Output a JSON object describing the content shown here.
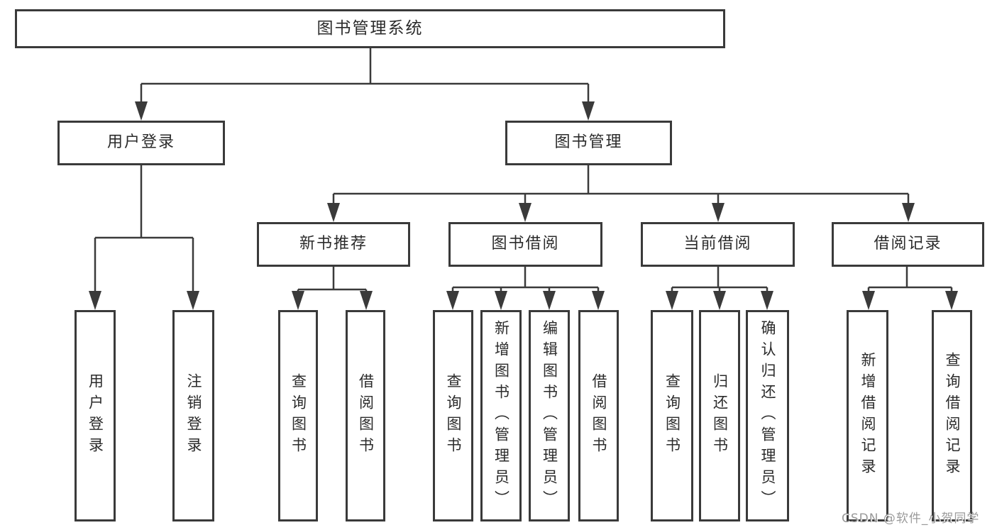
{
  "tree": {
    "root": {
      "label": "图书管理系统"
    },
    "branches": [
      {
        "label": "用户登录",
        "children": [
          {
            "label": "用户登录"
          },
          {
            "label": "注销登录"
          }
        ]
      },
      {
        "label": "图书管理",
        "children": [
          {
            "label": "新书推荐",
            "children": [
              {
                "label": "查询图书"
              },
              {
                "label": "借阅图书"
              }
            ]
          },
          {
            "label": "图书借阅",
            "children": [
              {
                "label": "查询图书"
              },
              {
                "label": "新增图书（管理员）"
              },
              {
                "label": "编辑图书（管理员）"
              },
              {
                "label": "借阅图书"
              }
            ]
          },
          {
            "label": "当前借阅",
            "children": [
              {
                "label": "查询图书"
              },
              {
                "label": "归还图书"
              },
              {
                "label": "确认归还（管理员）"
              }
            ]
          },
          {
            "label": "借阅记录",
            "children": [
              {
                "label": "新增借阅记录"
              },
              {
                "label": "查询借阅记录"
              }
            ]
          }
        ]
      }
    ]
  },
  "watermark": {
    "text": "CSDN @软件_小贺同学",
    "color": "#9a9a9a"
  },
  "colors": {
    "line": "#3a3a3a",
    "border": "#3a3a3a",
    "text": "#2b2b2b",
    "background": "#ffffff"
  }
}
